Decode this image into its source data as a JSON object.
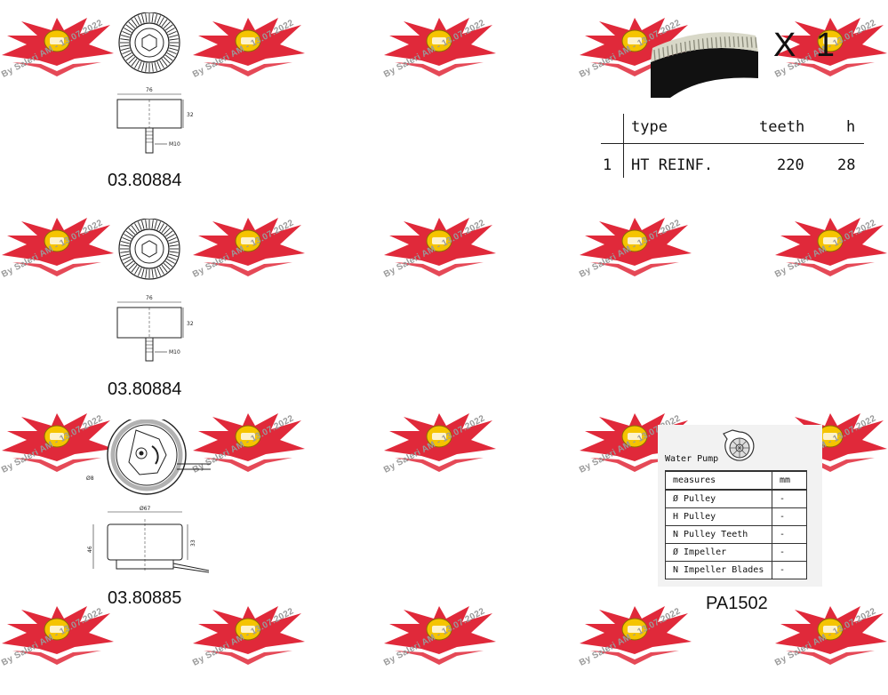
{
  "watermark": {
    "text": "By Saleri AM - 13.07.2022",
    "wing_color": "#e0293a",
    "badge_color": "#f5c400"
  },
  "parts": [
    {
      "code": "03.80884",
      "dim_width": "76",
      "dim_height": "32",
      "dim_thread": "M10"
    },
    {
      "code": "03.80884",
      "dim_width": "76",
      "dim_height": "32",
      "dim_thread": "M10"
    },
    {
      "code": "03.80885",
      "dim_bore": "Ø8",
      "dim_diameter": "Ø67",
      "dim_height": "33",
      "dim_total": "46"
    }
  ],
  "belt": {
    "quantity_label": "X 1",
    "columns": [
      "type",
      "teeth",
      "h"
    ],
    "rows": [
      {
        "index": "1",
        "type": "HT REINF.",
        "teeth": "220",
        "h": "28"
      }
    ]
  },
  "water_pump": {
    "code": "PA1502",
    "title": "Water Pump",
    "header": {
      "measure": "measures",
      "unit": "mm"
    },
    "rows": [
      {
        "label": "Ø Pulley",
        "value": "-"
      },
      {
        "label": "H Pulley",
        "value": "-"
      },
      {
        "label": "N Pulley Teeth",
        "value": "-"
      },
      {
        "label": "Ø Impeller",
        "value": "-"
      },
      {
        "label": "N Impeller Blades",
        "value": "-"
      }
    ]
  }
}
